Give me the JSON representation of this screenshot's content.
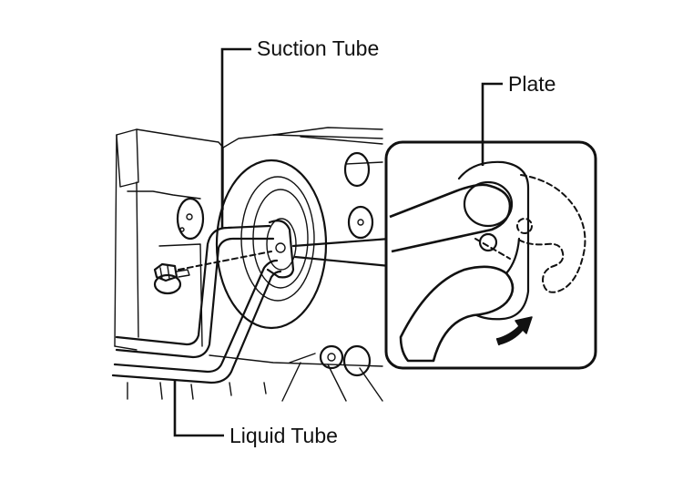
{
  "labels": {
    "suction_tube": "Suction Tube",
    "plate": "Plate",
    "liquid_tube": "Liquid Tube"
  },
  "colors": {
    "line": "#111111",
    "background": "#ffffff"
  },
  "icons": {
    "rotation_arrow": "curved-arrow-icon"
  }
}
